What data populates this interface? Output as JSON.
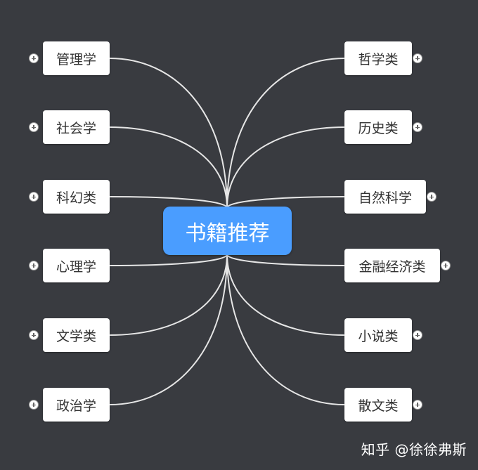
{
  "mindmap": {
    "center": "书籍推荐",
    "left_topics": [
      {
        "label": "管理学"
      },
      {
        "label": "社会学"
      },
      {
        "label": "科幻类"
      },
      {
        "label": "心理学"
      },
      {
        "label": "文学类"
      },
      {
        "label": "政治学"
      }
    ],
    "right_topics": [
      {
        "label": "哲学类"
      },
      {
        "label": "历史类"
      },
      {
        "label": "自然科学"
      },
      {
        "label": "金融经济类"
      },
      {
        "label": "小说类"
      },
      {
        "label": "散文类"
      }
    ]
  },
  "watermark": "知乎 @徐徐弗斯"
}
